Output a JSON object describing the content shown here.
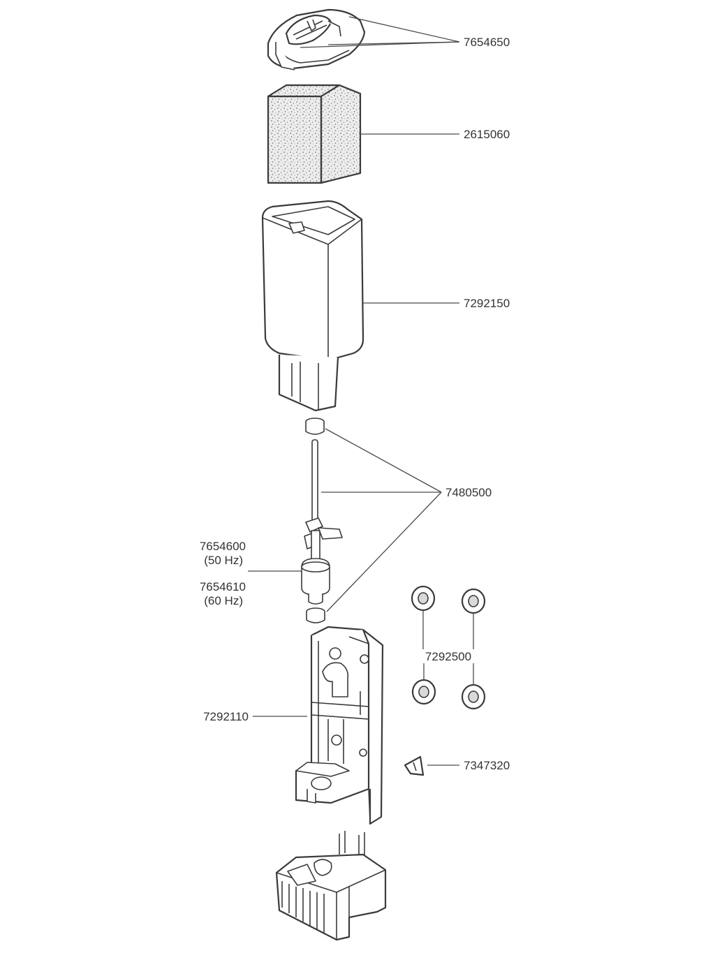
{
  "labels": {
    "cover": "7654650",
    "sponge": "2615060",
    "housing": "7292150",
    "shaft_set": "7480500",
    "impeller_50": "7654600",
    "impeller_50_note": "(50 Hz)",
    "impeller_60": "7654610",
    "impeller_60_note": "(60 Hz)",
    "suction_cups": "7292500",
    "pump_cover": "7292110",
    "clip": "7347320"
  },
  "colors": {
    "line": "#3a3a3a",
    "sponge_fill": "#e6e6e6"
  }
}
